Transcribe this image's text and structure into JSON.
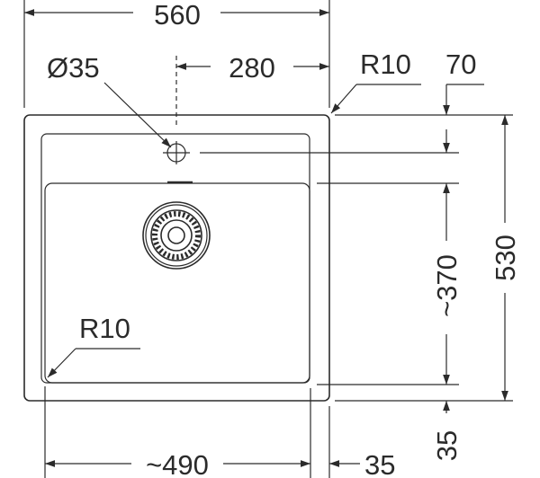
{
  "labels": {
    "overall_width": "560",
    "hole_diameter": "Ø35",
    "hole_offset": "280",
    "outer_radius": "R10",
    "top_margin": "70",
    "overall_depth": "530",
    "bowl_depth": "~370",
    "inner_radius": "R10",
    "bowl_width": "~490",
    "side_margin": "35",
    "bottom_margin": "35"
  }
}
